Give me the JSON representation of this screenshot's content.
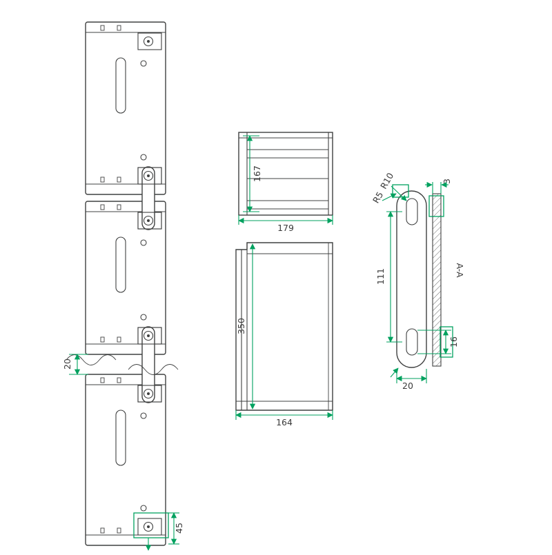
{
  "drawing": {
    "colors": {
      "line": "#3f4040",
      "dim": "#00a15f",
      "text": "#3a3a3a",
      "hatch": "#6a6a6a",
      "bg": "#ffffff"
    },
    "front_view": {
      "gap_dim": "20",
      "hinge_dim": "45"
    },
    "top_view": {
      "depth_dim": "167",
      "width_dim": "179"
    },
    "side_view": {
      "height_dim": "350",
      "width_dim": "164"
    },
    "section_view": {
      "radius_small": "R5",
      "radius_large": "R10",
      "hole_spacing": "111",
      "slot_width": "16",
      "base_width": "20",
      "thickness_dim": "3",
      "section_label": "A-A"
    }
  }
}
